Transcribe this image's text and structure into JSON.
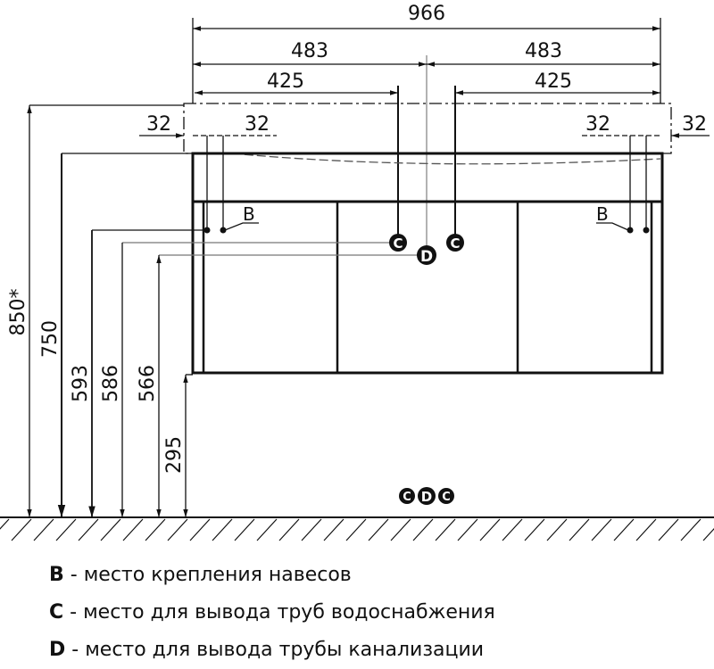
{
  "dimensions": {
    "total_width": "966",
    "half_left": "483",
    "half_right": "483",
    "pipe_left": "425",
    "pipe_right": "425",
    "offset_outer_left": "32",
    "offset_inner_left": "32",
    "offset_inner_right": "32",
    "offset_outer_right": "32",
    "height_total": "850*",
    "height_cabinet_top": "750",
    "height_b": "593",
    "height_c": "586",
    "height_d": "566",
    "height_bottom": "295"
  },
  "markers": {
    "b": "B",
    "c": "C",
    "d": "D"
  },
  "legend": [
    {
      "key": "B",
      "text": " - место крепления навесов"
    },
    {
      "key": "C",
      "text": " - место для вывода труб водоснабжения"
    },
    {
      "key": "D",
      "text": " - место для вывода трубы канализации"
    }
  ]
}
